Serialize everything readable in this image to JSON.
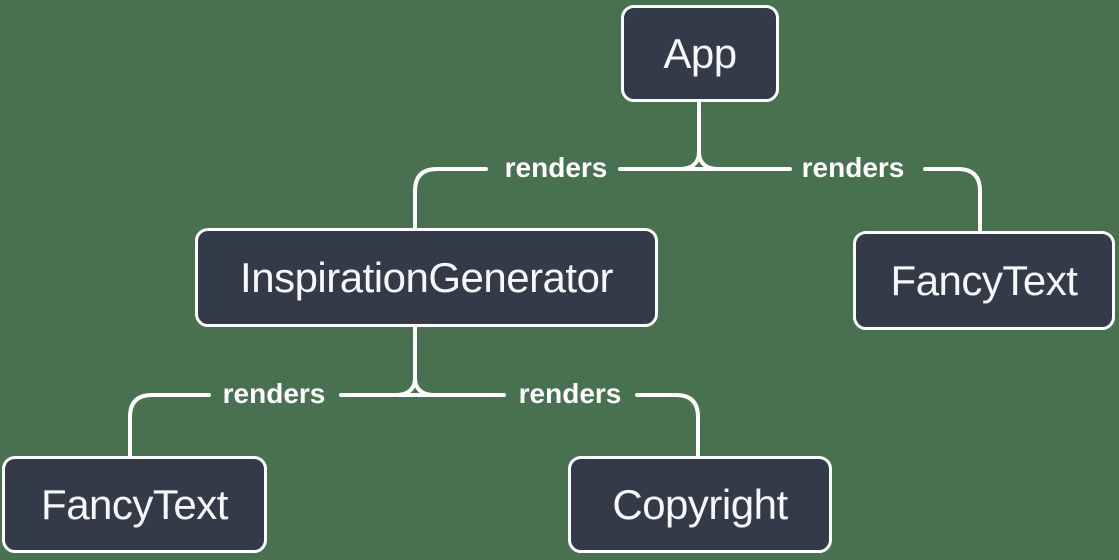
{
  "diagram": {
    "type": "render-tree",
    "colors": {
      "background": "#47714F",
      "node_fill": "#333A48",
      "node_border": "#FFFFFF",
      "node_text": "#F6F7F9",
      "line": "#FFFFFF",
      "edge_label_text": "#FFFFFF"
    },
    "nodes": [
      {
        "id": "app",
        "label": "App"
      },
      {
        "id": "inspiration-generator",
        "label": "InspirationGenerator"
      },
      {
        "id": "fancy-text-top-right",
        "label": "FancyText"
      },
      {
        "id": "fancy-text-bottom-left",
        "label": "FancyText"
      },
      {
        "id": "copyright",
        "label": "Copyright"
      }
    ],
    "edges": [
      {
        "from": "App",
        "to": "InspirationGenerator",
        "label": "renders"
      },
      {
        "from": "App",
        "to": "FancyText",
        "label": "renders"
      },
      {
        "from": "InspirationGenerator",
        "to": "FancyText",
        "label": "renders"
      },
      {
        "from": "InspirationGenerator",
        "to": "Copyright",
        "label": "renders"
      }
    ]
  }
}
